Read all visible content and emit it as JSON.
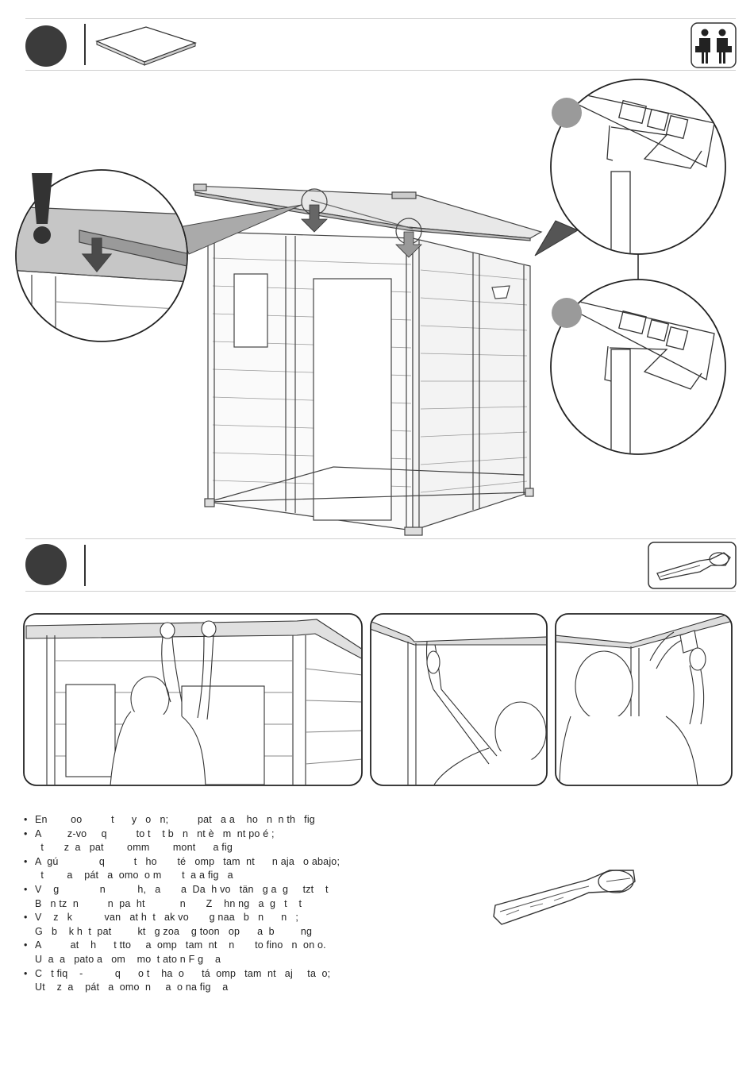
{
  "instructions": [
    {
      "line1": "En        oo          t      y   o   n;          pat   a a    ho   n  n th   fig",
      "line2": ""
    },
    {
      "line1": "A         z-vo     q          to t    t b   n   nt è   m  nt po é ;",
      "line2": "  t       z  a   pat        omm        mont      a fig"
    },
    {
      "line1": "A  gú              q          t   ho       té   omp   tam  nt      n aja   o abajo;",
      "line2": "  t        a    pát   a  omo  o m       t  a a fig   a"
    },
    {
      "line1": "V    g              n           h,   a       a  Da  h vo   tän   g a  g     tzt    t",
      "line2": "B   n tz  n          n  pa  ht            n       Z    hn ng   a  g   t    t"
    },
    {
      "line1": "V    z   k           van   at h  t   ak vo       g naa   b   n      n   ;",
      "line2": "G   b    k h  t  pat         kt   g zoa    g toon   op      a  b         ng"
    },
    {
      "line1": "A          at    h      t tto     a  omp   tam  nt    n       to fino   n  on o.",
      "line2": "U  a  a   pato a   om    mo  t ato n F g    a"
    },
    {
      "line1": "C   t fiq    -           q      o t    ha  o      tá  omp   tam  nt   aj     ta  o;",
      "line2": "Ut    z  a    pát   a  omo  n     a  o na fig    a"
    }
  ],
  "colors": {
    "step_dot": "#3b3b3b",
    "callout_dot": "#9a9a9a",
    "roof_fill": "#bdbdbd",
    "arrow": "#555555"
  },
  "icons": {
    "two_people": "two-people-icon",
    "roof_panel": "roof-panel-icon",
    "pliers": "pliers-icon",
    "warning": "exclamation-icon"
  }
}
